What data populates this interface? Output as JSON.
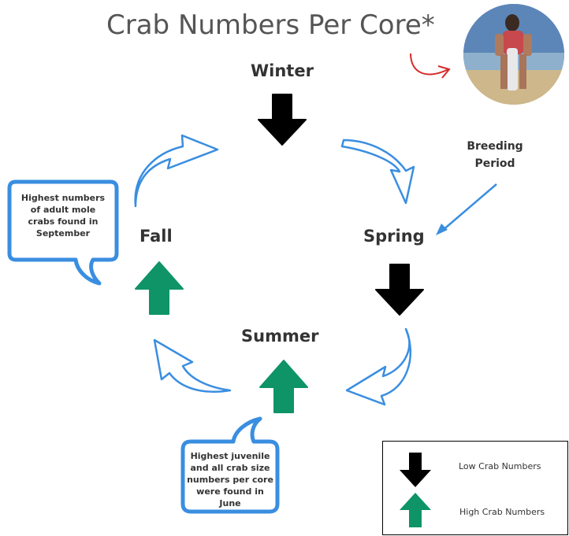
{
  "title": "Crab Numbers Per Core*",
  "seasons": {
    "winter": "Winter",
    "spring": "Spring",
    "summer": "Summer",
    "fall": "Fall"
  },
  "breeding_note": {
    "line1": "Breeding",
    "line2": "Period"
  },
  "fall_bubble": {
    "lines": [
      "Highest numbers",
      "of adult mole",
      "crabs found in",
      "September"
    ]
  },
  "summer_bubble": {
    "lines": [
      "Highest juvenile",
      "and all crab size",
      "numbers per core",
      "were found in",
      "June"
    ]
  },
  "legend": {
    "low_label": "Low Crab Numbers",
    "high_label": "High Crab Numbers"
  },
  "colors": {
    "low": "#000000",
    "high": "#0e9466",
    "cycle_arrow": "#3a8ee0",
    "bubble_border": "#3a8ee0",
    "pointer": "#d62b2b"
  },
  "icons": {
    "low": "arrow-down-icon",
    "high": "arrow-up-icon"
  }
}
